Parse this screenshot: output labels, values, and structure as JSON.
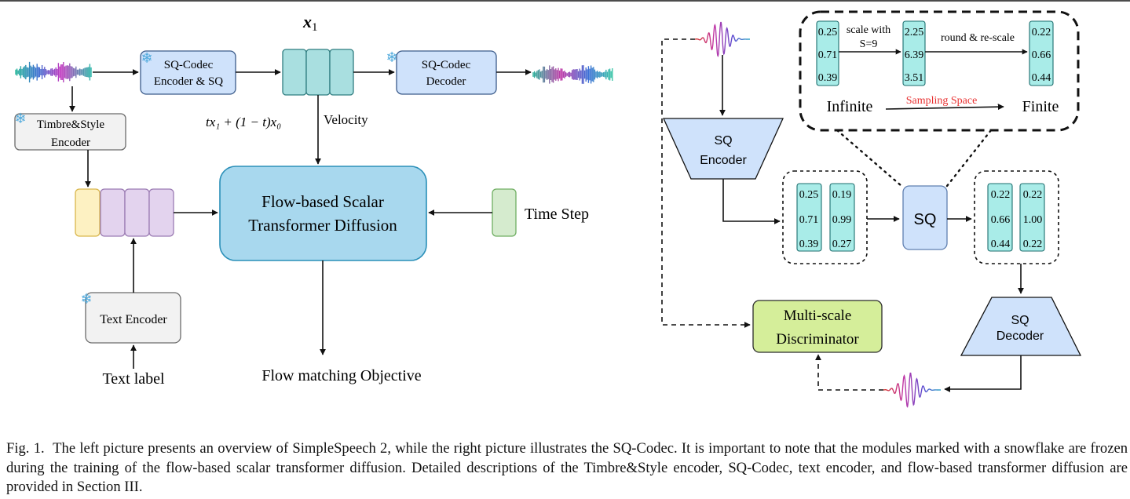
{
  "left": {
    "latent_label": "x",
    "latent_sub": "1",
    "encoder": [
      "SQ-Codec",
      "Encoder & SQ"
    ],
    "decoder": [
      "SQ-Codec",
      "Decoder"
    ],
    "timbre": [
      "Timbre&Style",
      "Encoder"
    ],
    "text_encoder": "Text Encoder",
    "text_label": "Text label",
    "interp_label": "tx₁ + (1 − t)x₀",
    "velocity_label": "Velocity",
    "flow": [
      "Flow-based Scalar",
      "Transformer Diffusion"
    ],
    "time_step": "Time Step",
    "objective": "Flow matching  Objective",
    "snowflake_glyph": "❄"
  },
  "right": {
    "sq_encoder": [
      "SQ",
      "Encoder"
    ],
    "sq": "SQ",
    "sq_decoder": [
      "SQ",
      "Decoder"
    ],
    "discriminator": [
      "Multi-scale",
      "Discriminator"
    ],
    "continuous_cols": [
      [
        "0.25",
        "0.71",
        "0.39"
      ],
      [
        "0.19",
        "0.99",
        "0.27"
      ]
    ],
    "quantized_cols": [
      [
        "0.22",
        "0.66",
        "0.44"
      ],
      [
        "0.22",
        "1.00",
        "0.22"
      ]
    ],
    "inset": {
      "col_a": [
        "0.25",
        "0.71",
        "0.39"
      ],
      "col_b": [
        "2.25",
        "6.39",
        "3.51"
      ],
      "col_c": [
        "0.22",
        "0.66",
        "0.44"
      ],
      "scale_label": [
        "scale with",
        "S=9"
      ],
      "round_label": "round & re-scale",
      "infinite": "Infinite",
      "finite": "Finite",
      "sampling_space": "Sampling Space"
    }
  },
  "caption": {
    "prefix": "Fig. 1.",
    "text": "The left picture presents an overview of SimpleSpeech 2, while the right picture illustrates the SQ-Codec. It is important to note that the modules marked with a snowflake are frozen during the training of the flow-based scalar transformer diffusion. Detailed descriptions of the Timbre&Style encoder, SQ-Codec, text encoder, and flow-based transformer diffusion are provided in Section III."
  },
  "colors": {
    "codec_fill": "#cfe2fb",
    "codec_stroke": "#3b5b8a",
    "latent_fill": "#a9dfe0",
    "latent_stroke": "#2f7d80",
    "flow_fill": "#a8d8ee",
    "flow_stroke": "#2a8fb8",
    "gray_fill": "#f2f2f2",
    "gray_stroke": "#6b6b6b",
    "yellow_fill": "#fdf1c2",
    "yellow_stroke": "#d9b64c",
    "purple_fill": "#e3d3ee",
    "purple_stroke": "#9b7bb3",
    "green_fill": "#d5ebce",
    "green_stroke": "#6fae62",
    "disc_fill": "#d5ee9a",
    "disc_stroke": "#2b2b2b",
    "cell_fill": "#a9ece8",
    "cell_stroke": "#1c6e6e",
    "sampling_red": "#e83030",
    "snowflake": "#4fa9dc"
  }
}
